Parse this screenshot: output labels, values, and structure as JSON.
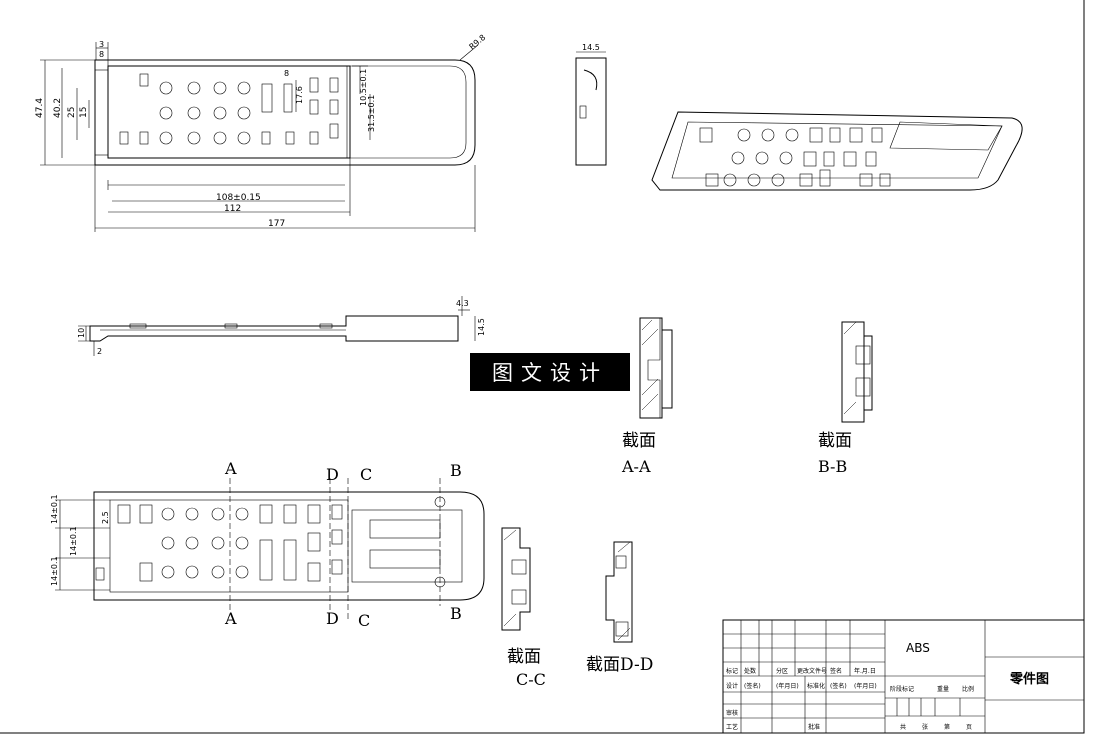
{
  "watermark": "图文设计",
  "top_view": {
    "dims": {
      "width_47_4": "47.4",
      "width_40_2": "40.2",
      "width_25": "25",
      "width_15": "15",
      "top_3": "3",
      "top_8": "8",
      "len_177": "177",
      "len_112": "112",
      "len_108": "108±0.15",
      "radius": "R9.8",
      "right_10_5": "10.5±0.1",
      "right_31_5": "31.5±0.1",
      "mid_17_6": "17.6",
      "mid_8": "8"
    }
  },
  "top_right": {
    "dim_14_5": "14.5"
  },
  "side_view": {
    "dim_10": "10",
    "dim_2": "2",
    "dim_4_3": "4.3",
    "dim_14_5": "14.5"
  },
  "bottom_view": {
    "section_marks": {
      "a": "A",
      "b": "B",
      "c": "C",
      "d": "D"
    },
    "dims": {
      "d1": "14±0.1",
      "d2": "14±0.1",
      "d3": "14±0.1",
      "d4": "2.5"
    }
  },
  "sections": {
    "aa": {
      "line1": "截面",
      "line2": "A-A"
    },
    "bb": {
      "line1": "截面",
      "line2": "B-B"
    },
    "cc": {
      "line1": "截面",
      "line2": "C-C"
    },
    "dd": {
      "line1": "截面D-D"
    }
  },
  "title_block": {
    "material": "ABS",
    "drawing_name": "零件图",
    "header_row": [
      "标记",
      "处数",
      "分区",
      "更改文件号",
      "签名",
      "年.月.日"
    ],
    "row2": [
      "设计",
      "(签名)",
      "(年月日)",
      "标准化",
      "(签名)",
      "(年月日)"
    ],
    "stage_row": [
      "阶段标记",
      "重量",
      "比例"
    ],
    "row_review": "审核",
    "row_process": "工艺",
    "approve": "批准",
    "sheet_row": [
      "共",
      "张",
      "第",
      "页"
    ]
  }
}
